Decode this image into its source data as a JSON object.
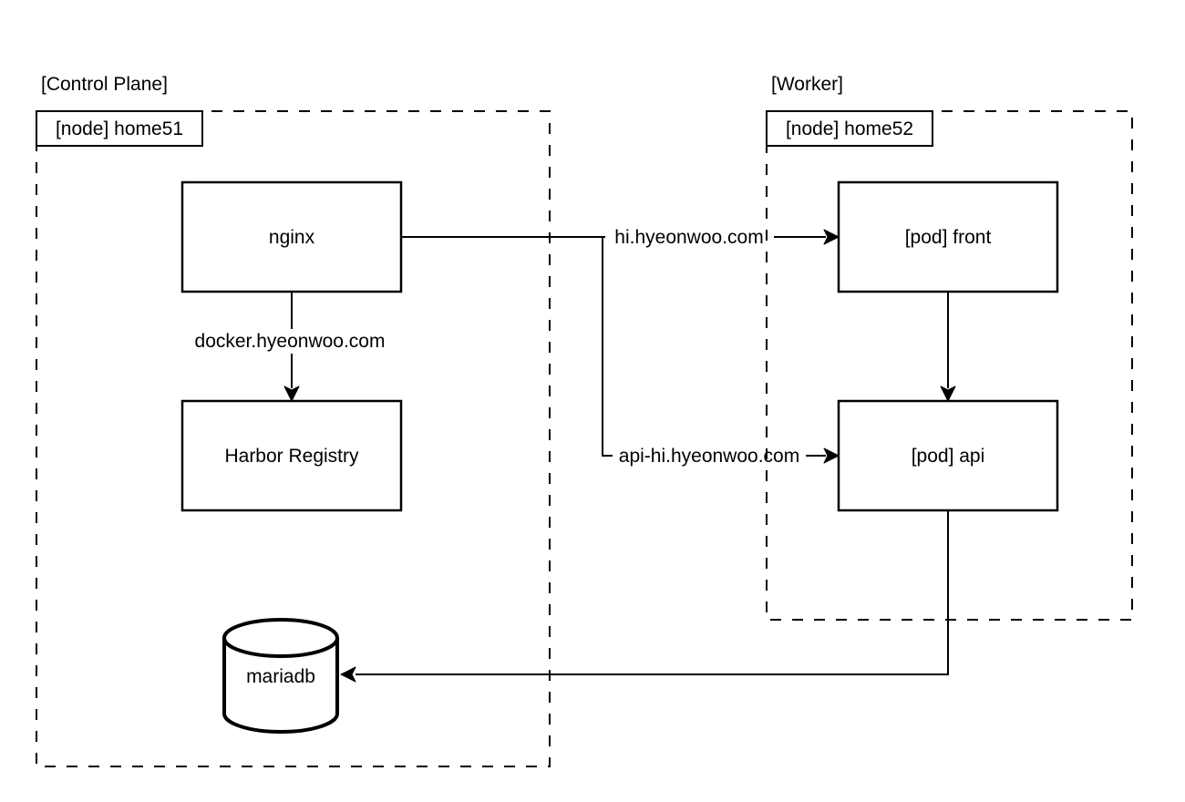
{
  "canvas": {
    "background": "#ffffff",
    "stroke_color": "#000000",
    "text_color": "#000000"
  },
  "control_plane": {
    "title": "[Control Plane]",
    "node_label": "[node] home51",
    "nginx_label": "nginx",
    "harbor_label": "Harbor Registry",
    "mariadb_label": "mariadb"
  },
  "worker": {
    "title": "[Worker]",
    "node_label": "[node] home52",
    "front_label": "[pod] front",
    "api_label": "[pod] api"
  },
  "edges": {
    "nginx_to_front": "hi.hyeonwoo.com",
    "nginx_to_api": "api-hi.hyeonwoo.com",
    "nginx_to_harbor": "docker.hyeonwoo.com"
  }
}
